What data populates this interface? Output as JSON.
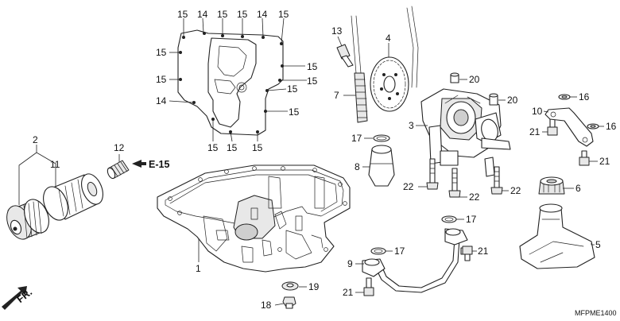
{
  "labels": {
    "p1": "1",
    "p2": "2",
    "p3": "3",
    "p4": "4",
    "p5": "5",
    "p6": "6",
    "p7": "7",
    "p8": "8",
    "p9": "9",
    "p10": "10",
    "p11": "11",
    "p12": "12",
    "p13": "13",
    "p14": "14",
    "p15": "15",
    "p16": "16",
    "p17": "17",
    "p18": "18",
    "p19": "19",
    "p20": "20",
    "p21": "21",
    "p22": "22"
  },
  "reference": "E-15",
  "direction": "FR.",
  "diagram_code": "MFPME1400"
}
